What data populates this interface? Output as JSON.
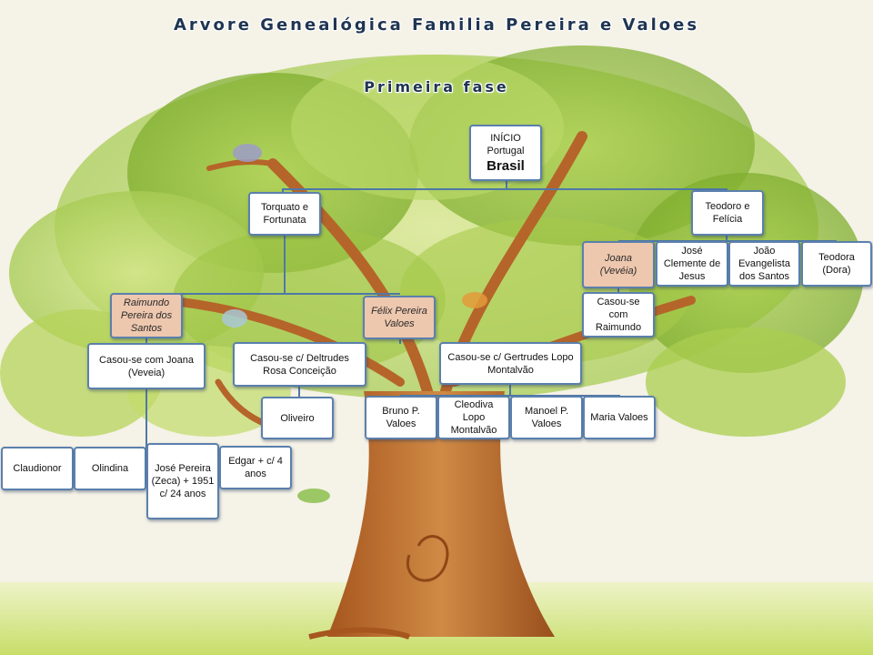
{
  "title": "Arvore Genealógica Familia Pereira e Valoes",
  "subtitle": "Primeira fase",
  "nodes": {
    "inicio": {
      "line1": "INÍCIO",
      "line2": "Portugal",
      "line3": "Brasil"
    },
    "torquato": "Torquato e Fortunata",
    "teodoro": "Teodoro e Felícia",
    "joana": "Joana (Vevéia)",
    "jose_clemente": "José Clemente de Jesus",
    "joao": "João Evangelista dos Santos",
    "teodora": "Teodora (Dora)",
    "casou_raimundo": "Casou-se com Raimundo",
    "raimundo": "Raimundo Pereira dos Santos",
    "felix": "Félix Pereira Valoes",
    "casou_joana": "Casou-se com Joana (Veveia)",
    "casou_deltrudes": "Casou-se c/ Deltrudes Rosa  Conceição",
    "casou_gertrudes": "Casou-se c/ Gertrudes Lopo Montalvão",
    "oliveiro": "Oliveiro",
    "bruno": "Bruno P. Valoes",
    "cleodiva": "Cleodiva Lopo Montalvão",
    "manoel": "Manoel P. Valoes",
    "maria": "Maria Valoes",
    "claudionor": "Claudionor",
    "olindina": "Olindina",
    "jose_pereira": "José Pereira (Zeca)   + 1951 c/ 24 anos",
    "edgar": "Edgar + c/ 4 anos"
  },
  "colors": {
    "node_border": "#5b80ac",
    "connector": "#4f78a8",
    "highlight_fill": "#edc7ae",
    "title": "#1f3552"
  }
}
